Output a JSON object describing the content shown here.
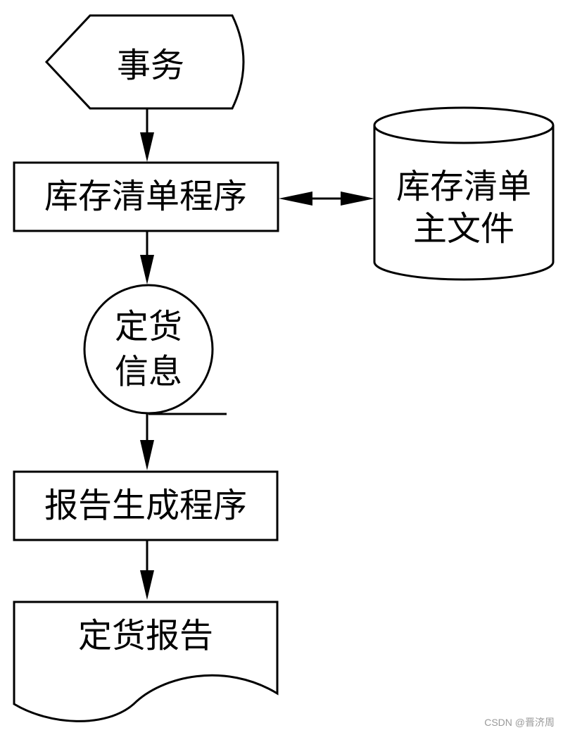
{
  "nodes": {
    "transaction": "事务",
    "inventory_program": "库存清单程序",
    "master_file_line1": "库存清单",
    "master_file_line2": "主文件",
    "order_info_line1": "定货",
    "order_info_line2": "信息",
    "report_program": "报告生成程序",
    "order_report": "定货报告"
  },
  "watermark": "CSDN @晋济周"
}
